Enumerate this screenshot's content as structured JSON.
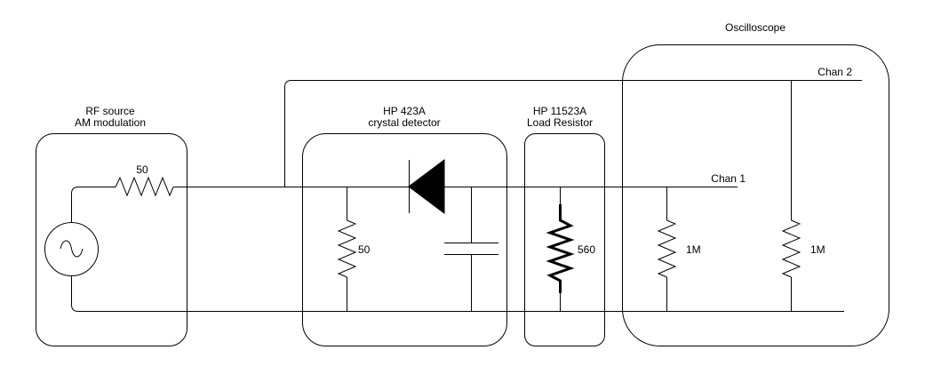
{
  "blocks": {
    "rf_source": {
      "title_line1": "RF source",
      "title_line2": "AM modulation"
    },
    "detector": {
      "title_line1": "HP 423A",
      "title_line2": "crystal detector"
    },
    "load": {
      "title_line1": "HP 11523A",
      "title_line2": "Load Resistor"
    },
    "scope": {
      "title": "Oscilloscope"
    }
  },
  "channels": {
    "chan1": "Chan 1",
    "chan2": "Chan 2"
  },
  "components": {
    "source_resistor": "50",
    "detector_resistor": "50",
    "load_resistor": "560",
    "chan1_input": "1M",
    "chan2_input": "1M"
  }
}
